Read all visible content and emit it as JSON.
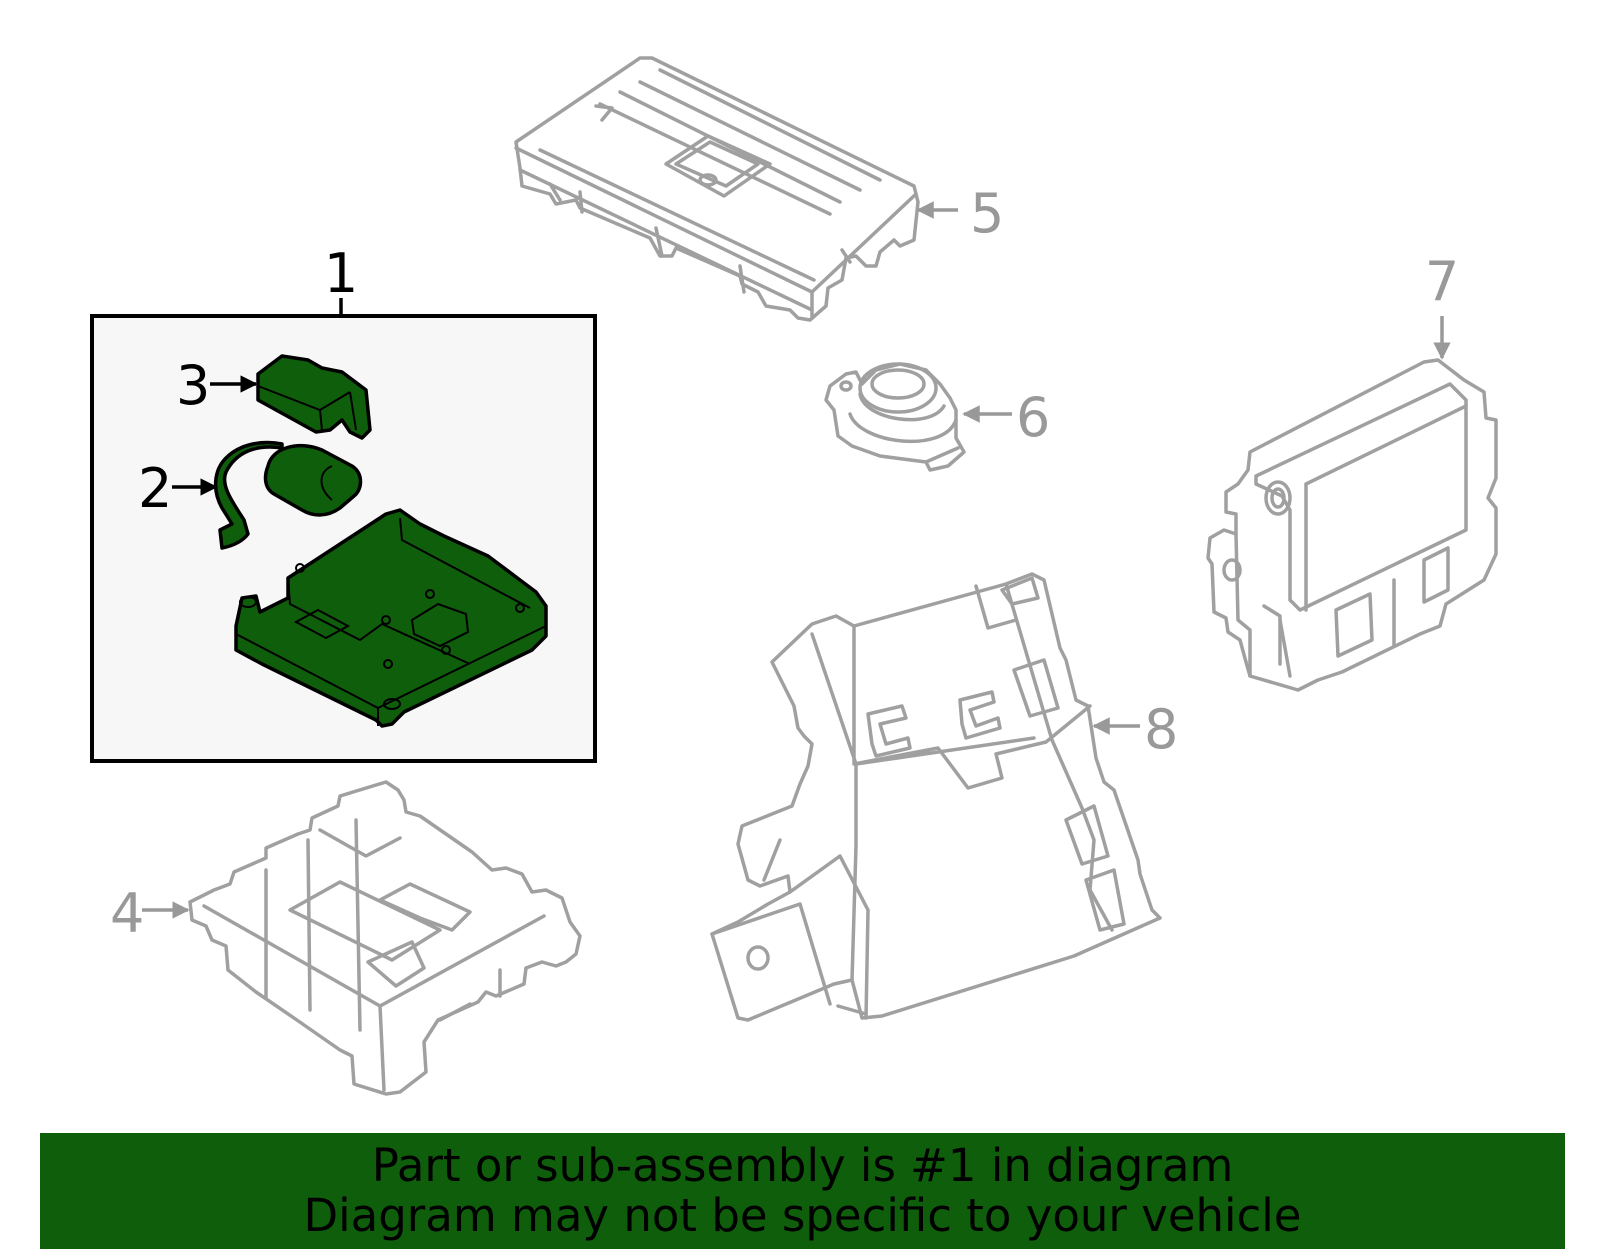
{
  "colors": {
    "highlight_part": "#0f5e0b",
    "banner_background": "#0f5e0b",
    "muted_part": "#a0a0a0",
    "callout_box_fill": "#f7f7f7"
  },
  "callouts": {
    "c1": "1",
    "c2": "2",
    "c3": "3",
    "c4": "4",
    "c5": "5",
    "c6": "6",
    "c7": "7",
    "c8": "8"
  },
  "banner": {
    "line1": "Part or sub-assembly is #1 in diagram",
    "line2": "Diagram may not be specific to your vehicle"
  }
}
